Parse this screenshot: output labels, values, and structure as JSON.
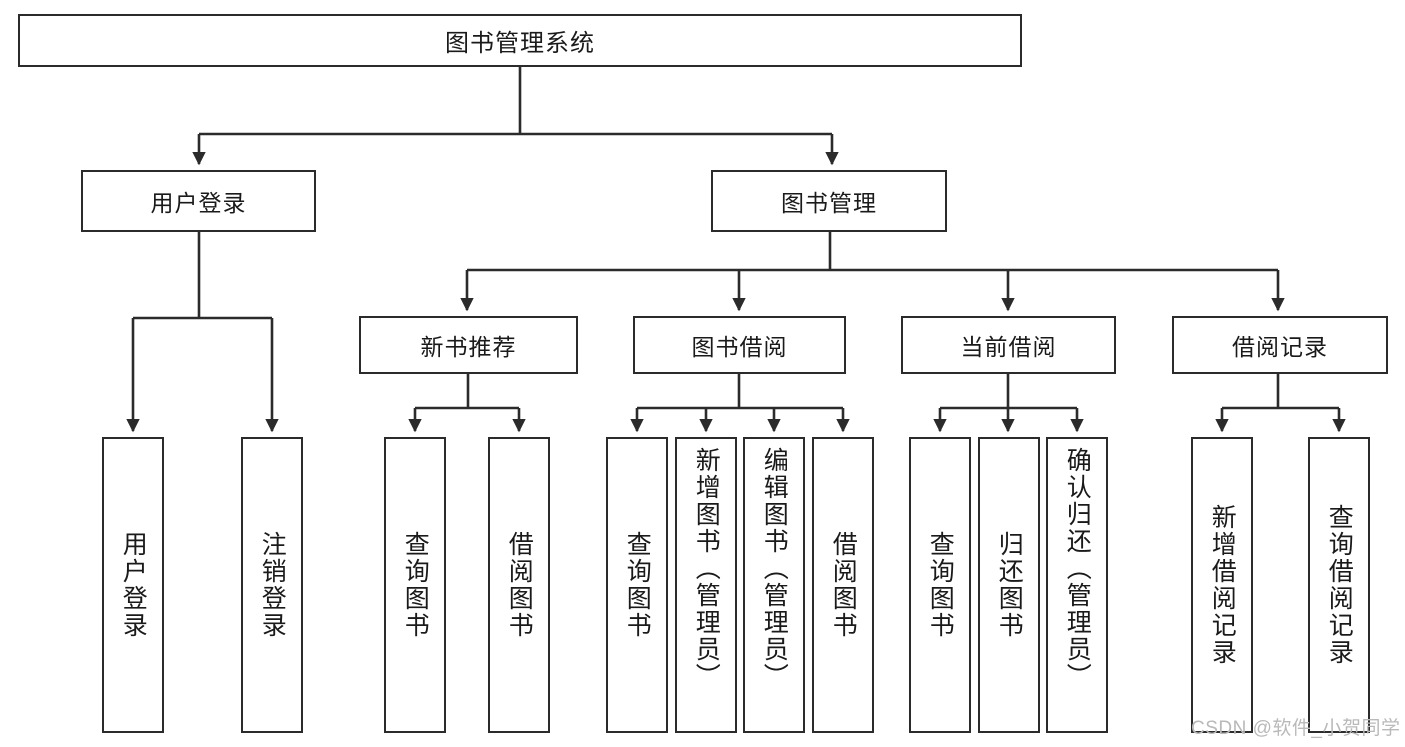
{
  "diagram": {
    "title": "图书管理系统",
    "type": "tree",
    "orientation": "top-down",
    "colors": {
      "box_border": "#2b2b2b",
      "box_fill": "#ffffff",
      "edge": "#2b2b2b",
      "text": "#1a1a1a",
      "watermark": "#b9b9b9",
      "background": "#ffffff"
    },
    "watermark": "CSDN @软件_小贺同学",
    "root": {
      "label": "图书管理系统"
    },
    "level2": [
      {
        "id": "user-login",
        "label": "用户登录"
      },
      {
        "id": "book-management",
        "label": "图书管理"
      }
    ],
    "level3": [
      {
        "id": "new-book-recommend",
        "label": "新书推荐",
        "parent": "book-management"
      },
      {
        "id": "book-borrow",
        "label": "图书借阅",
        "parent": "book-management"
      },
      {
        "id": "current-borrow",
        "label": "当前借阅",
        "parent": "book-management"
      },
      {
        "id": "borrow-record",
        "label": "借阅记录",
        "parent": "book-management"
      }
    ],
    "leaves": {
      "user_login": [
        {
          "id": "leaf-user-login",
          "label": "用户登录"
        },
        {
          "id": "leaf-logout",
          "label": "注销登录"
        }
      ],
      "new_book_recommend": [
        {
          "id": "leaf-query-book-1",
          "label": "查询图书"
        },
        {
          "id": "leaf-borrow-book-1",
          "label": "借阅图书"
        }
      ],
      "book_borrow": [
        {
          "id": "leaf-query-book-2",
          "label": "查询图书"
        },
        {
          "id": "leaf-add-book",
          "label": "新增图书（管理员）"
        },
        {
          "id": "leaf-edit-book",
          "label": "编辑图书（管理员）"
        },
        {
          "id": "leaf-borrow-book-2",
          "label": "借阅图书"
        }
      ],
      "current_borrow": [
        {
          "id": "leaf-query-book-3",
          "label": "查询图书"
        },
        {
          "id": "leaf-return-book",
          "label": "归还图书"
        },
        {
          "id": "leaf-confirm-return",
          "label": "确认归还（管理员）"
        }
      ],
      "borrow_record": [
        {
          "id": "leaf-add-record",
          "label": "新增借阅记录"
        },
        {
          "id": "leaf-query-record",
          "label": "查询借阅记录"
        }
      ]
    }
  }
}
